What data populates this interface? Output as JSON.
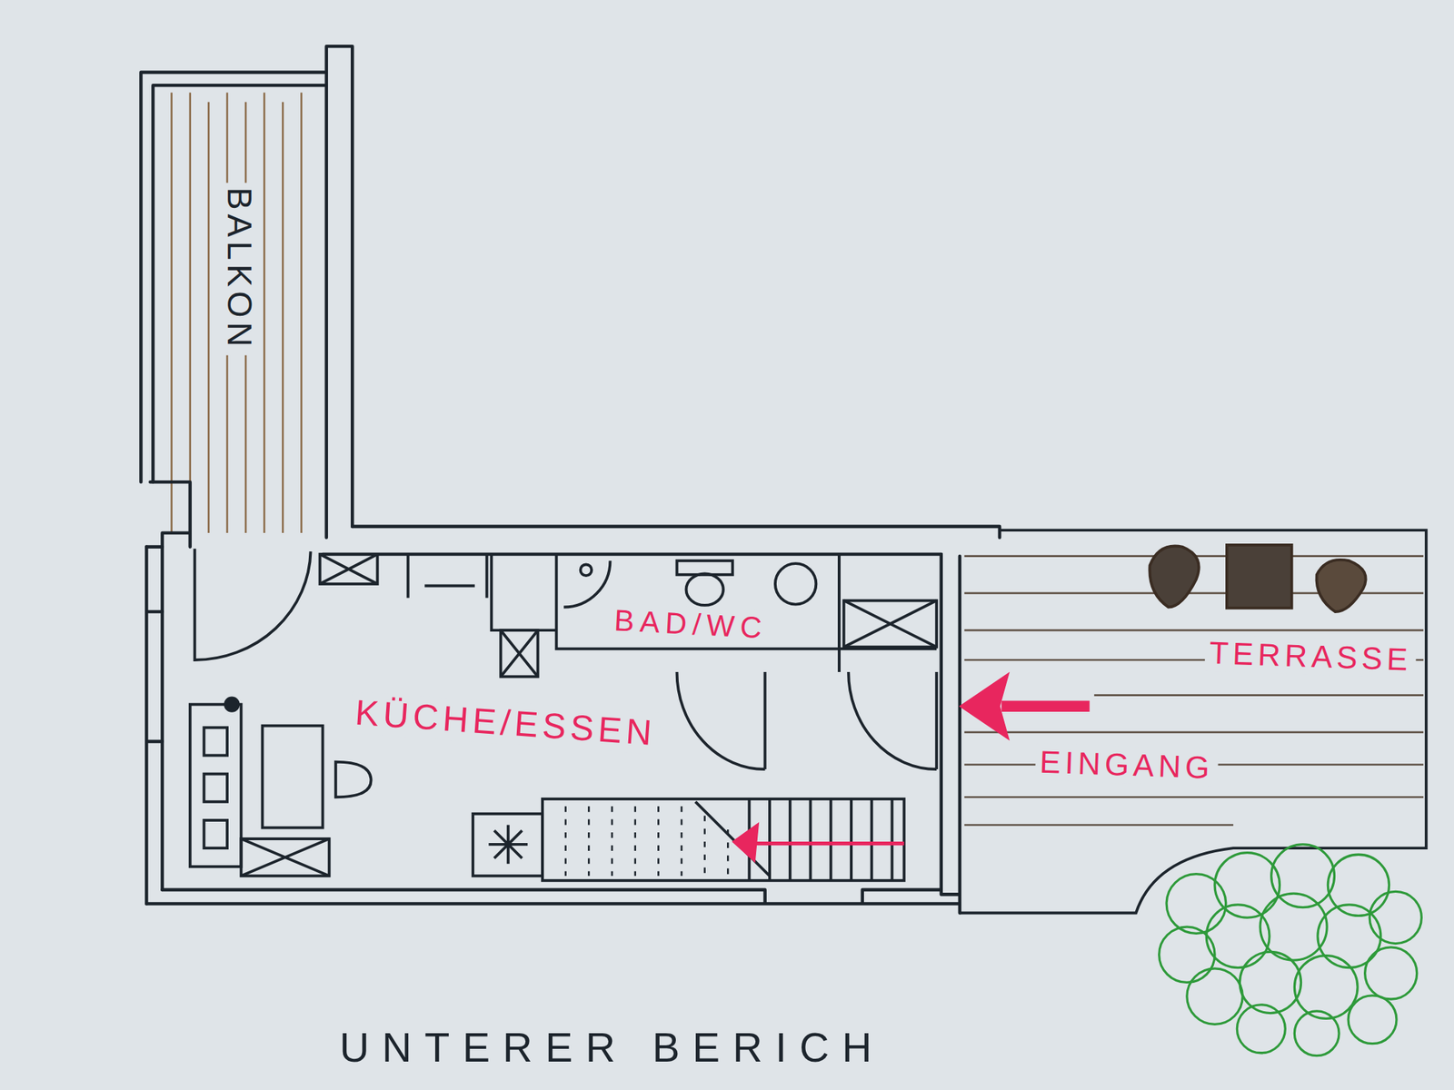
{
  "diagram": {
    "caption": "UNTERER BERICH",
    "nodes": [
      {
        "text": [
          "BALKON"
        ]
      },
      {
        "text": [
          "KÜCHE/ESSEN"
        ]
      },
      {
        "text": [
          "BAD/WC"
        ]
      },
      {
        "text": [
          "TERRASSE"
        ]
      }
    ],
    "labels": [
      "EINGANG"
    ]
  }
}
